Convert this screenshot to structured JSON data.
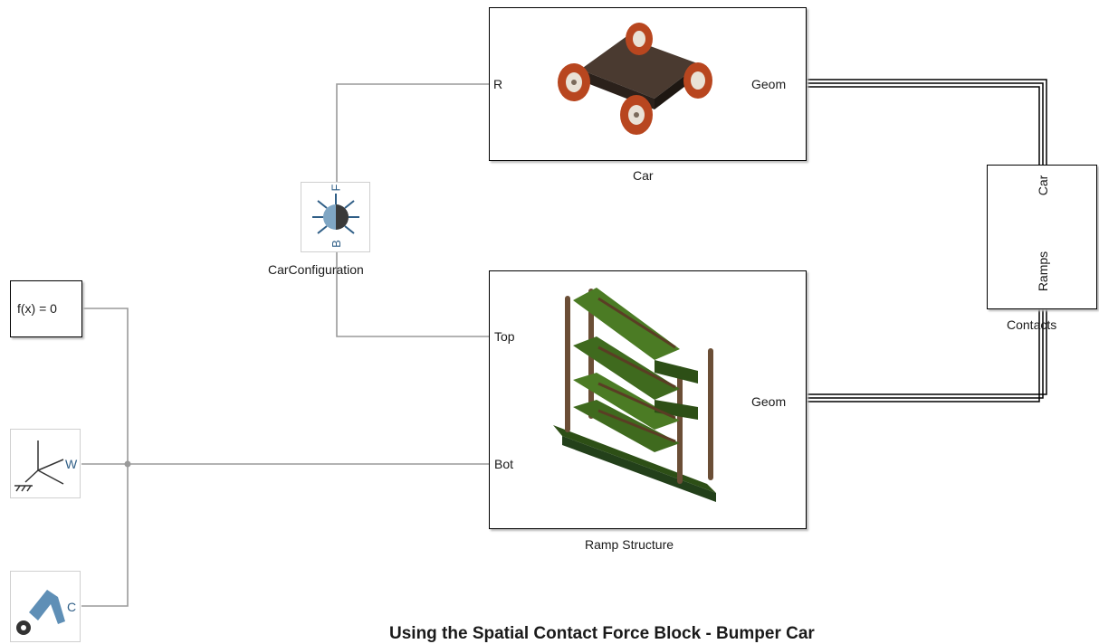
{
  "diagram": {
    "title": "Using the Spatial Contact Force Block - Bumper Car"
  },
  "blocks": {
    "car": {
      "name": "Car",
      "port_left": "R",
      "port_right": "Geom"
    },
    "ramp": {
      "name": "Ramp Structure",
      "port_top": "Top",
      "port_bottom": "Bot",
      "port_right": "Geom"
    },
    "contacts": {
      "name": "Contacts",
      "port_top": "Car",
      "port_bottom": "Ramps"
    },
    "car_config": {
      "name": "CarConfiguration",
      "port_top": "F",
      "port_bottom": "B"
    },
    "solver": {
      "label": "f(x) = 0"
    },
    "world": {
      "port": "W",
      "icon": "world-frame-icon"
    },
    "mech_config": {
      "port": "C",
      "icon": "mechanism-configuration-icon"
    }
  },
  "colors": {
    "signal_line": "#9a9a9a",
    "connection_line": "#000000",
    "ramp_wood": "#3f6a1e",
    "car_body": "#4a3a30",
    "car_wheel": "#b8461f"
  }
}
